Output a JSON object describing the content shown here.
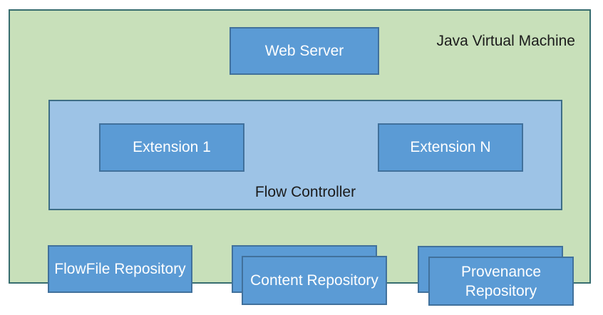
{
  "colors": {
    "canvas-bg": "#ffffff",
    "jvm-fill": "#c8e0ba",
    "jvm-border": "#376d6f",
    "box-fill": "#5b9bd5",
    "box-border": "#41719c",
    "fc-fill": "#9dc3e6",
    "fc-border": "#3e6e86",
    "label-dark": "#1b1b1b",
    "label-light": "#ffffff"
  },
  "diagram": {
    "jvm": {
      "label": "Java Virtual Machine"
    },
    "web_server": {
      "label": "Web Server"
    },
    "flow_controller": {
      "label": "Flow Controller"
    },
    "extensions": [
      {
        "label": "Extension 1"
      },
      {
        "label": "Extension N"
      }
    ],
    "repositories": [
      {
        "label": "FlowFile Repository",
        "stacked": false
      },
      {
        "label": "Content Repository",
        "stacked": true
      },
      {
        "label": "Provenance Repository",
        "stacked": true
      }
    ]
  }
}
